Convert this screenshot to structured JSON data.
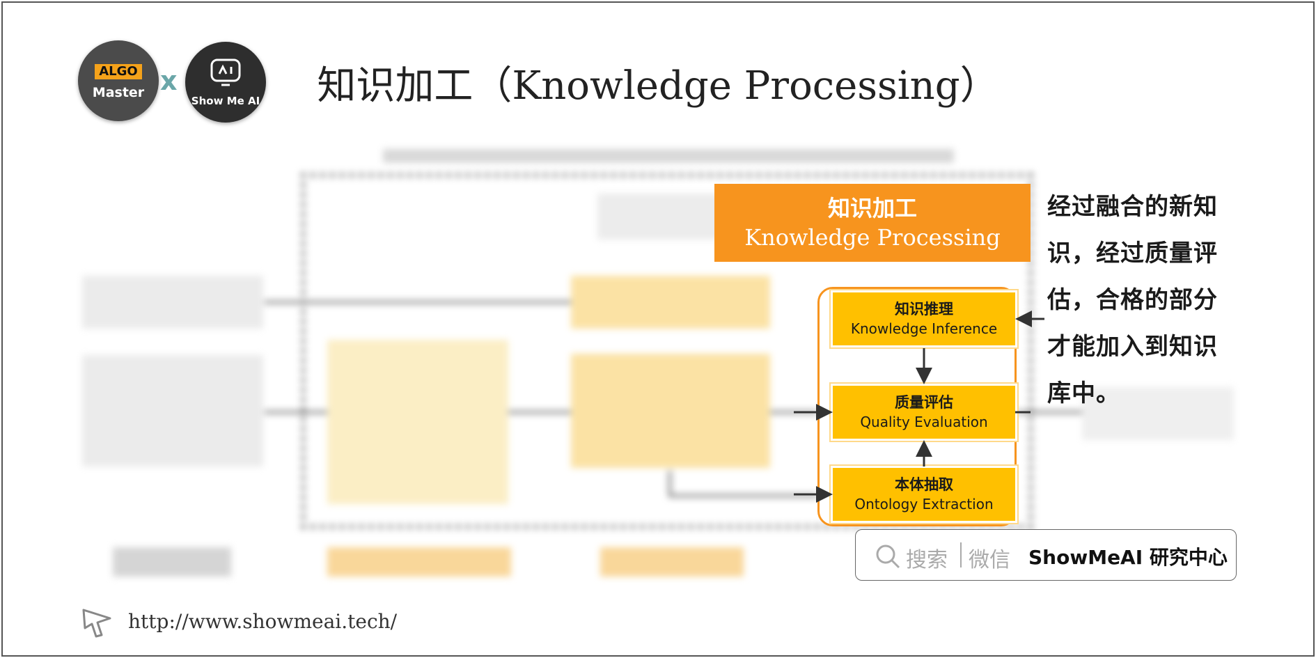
{
  "title": "知识加工（Knowledge Processing）",
  "logos": {
    "algo_top": "ALGO",
    "algo_bottom": "Master",
    "separator": "x",
    "showmeai": "Show Me AI"
  },
  "highlight": {
    "cn": "知识加工",
    "en": "Knowledge Processing"
  },
  "description": [
    "经过融合的新知",
    "识，经过质量评",
    "估，合格的部分",
    "才能加入到知识",
    "库中。"
  ],
  "steps": [
    {
      "cn": "知识推理",
      "en": "Knowledge Inference"
    },
    {
      "cn": "质量评估",
      "en": "Quality Evaluation"
    },
    {
      "cn": "本体抽取",
      "en": "Ontology Extraction"
    }
  ],
  "search": {
    "placeholder": "搜索",
    "placeholder2": "微信",
    "brand": "ShowMeAI 研究中心"
  },
  "url": "http://www.showmeai.tech/",
  "colors": {
    "accent_orange": "#f7941e",
    "step_yellow": "#ffc000",
    "algo_badge": "#f5a21a"
  },
  "icons": [
    "search-icon",
    "cursor-icon",
    "robot-icon"
  ]
}
